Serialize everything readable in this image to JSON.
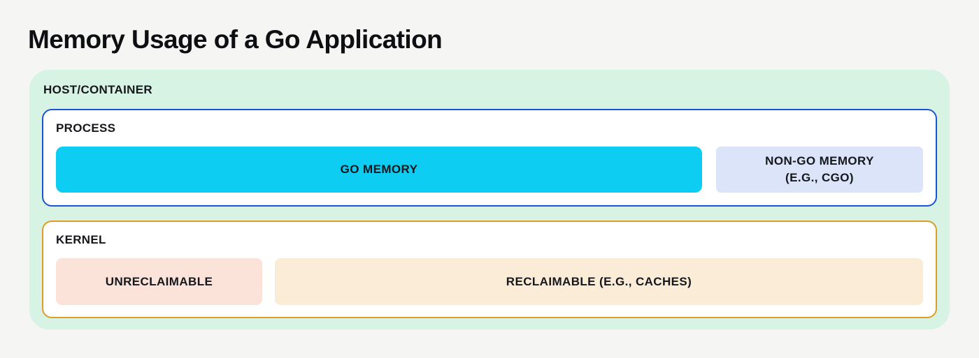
{
  "title": "Memory Usage of a Go Application",
  "colors": {
    "page_bg": "#f5f5f4",
    "host_bg": "#d6f3e3",
    "process_border": "#1b55d6",
    "kernel_border": "#df9c28",
    "go_memory_bg": "#0dcdf2",
    "non_go_memory_bg": "#dbe4f9",
    "unreclaimable_bg": "#fce3da",
    "reclaimable_bg": "#fbecd7",
    "text": "#15171c"
  },
  "diagram": {
    "host": {
      "label": "HOST/CONTAINER",
      "process": {
        "label": "PROCESS",
        "go_memory": {
          "label": "GO MEMORY"
        },
        "non_go_memory": {
          "label_line1": "NON-GO MEMORY",
          "label_line2": "(E.G., CGO)"
        }
      },
      "kernel": {
        "label": "KERNEL",
        "unreclaimable": {
          "label": "UNRECLAIMABLE"
        },
        "reclaimable": {
          "label": "RECLAIMABLE (E.G., CACHES)"
        }
      }
    }
  }
}
